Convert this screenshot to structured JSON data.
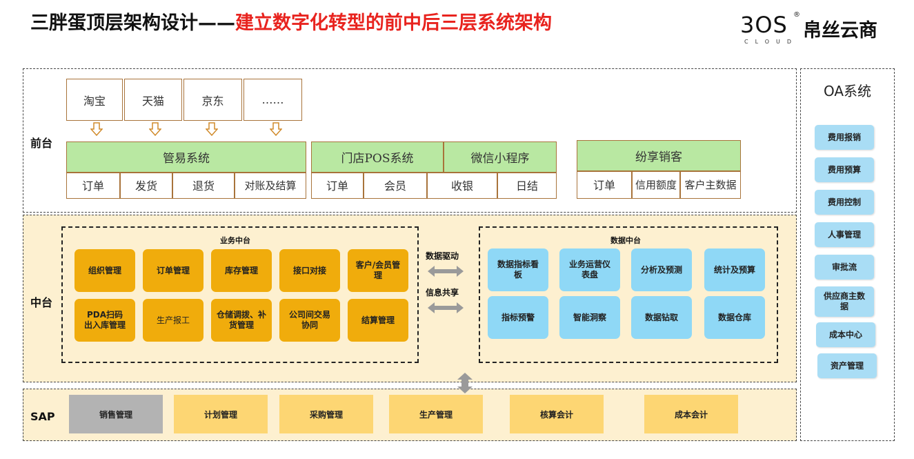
{
  "title": {
    "part1": "三胖蛋顶层架构设计——",
    "part2": "建立数字化转型的前中后三层系统架构"
  },
  "logo": {
    "mark": "3OS",
    "registered": "®",
    "sub": "CLOUD",
    "name": "帛丝云商"
  },
  "front": {
    "label": "前台",
    "channels": [
      "淘宝",
      "天猫",
      "京东",
      "……"
    ],
    "systems": [
      {
        "name": "管易系统",
        "subs": [
          "订单",
          "发货",
          "退货",
          "对账及结算"
        ]
      },
      {
        "name": "门店POS系统",
        "subs": [
          "订单",
          "会员"
        ]
      },
      {
        "name": "微信小程序",
        "subs": [
          "收银",
          "日结"
        ]
      },
      {
        "name": "纷享销客",
        "subs": [
          "订单",
          "信用额度",
          "客户主数据"
        ]
      }
    ]
  },
  "middle": {
    "label": "中台",
    "business": {
      "title": "业务中台",
      "items": [
        "组织管理",
        "订单管理",
        "库存管理",
        "接口对接",
        "客户/会员管理",
        "PDA扫码出入库管理",
        "生产报工",
        "仓储调拨、补货管理",
        "公司间交易协同",
        "结算管理"
      ]
    },
    "arrows": {
      "top": "数据驱动",
      "bottom": "信息共享"
    },
    "data_center": {
      "title": "数据中台",
      "items": [
        "数据指标看板",
        "业务运营仪表盘",
        "分析及预测",
        "统计及预算",
        "指标预警",
        "智能洞察",
        "数据钻取",
        "数据仓库"
      ]
    }
  },
  "sap": {
    "label": "SAP",
    "items": [
      "销售管理",
      "计划管理",
      "采购管理",
      "生产管理",
      "核算会计",
      "成本会计"
    ]
  },
  "oa": {
    "title": "OA系统",
    "items": [
      "费用报销",
      "费用预算",
      "费用控制",
      "人事管理",
      "审批流",
      "供应商主数据",
      "成本中心",
      "资产管理"
    ]
  }
}
